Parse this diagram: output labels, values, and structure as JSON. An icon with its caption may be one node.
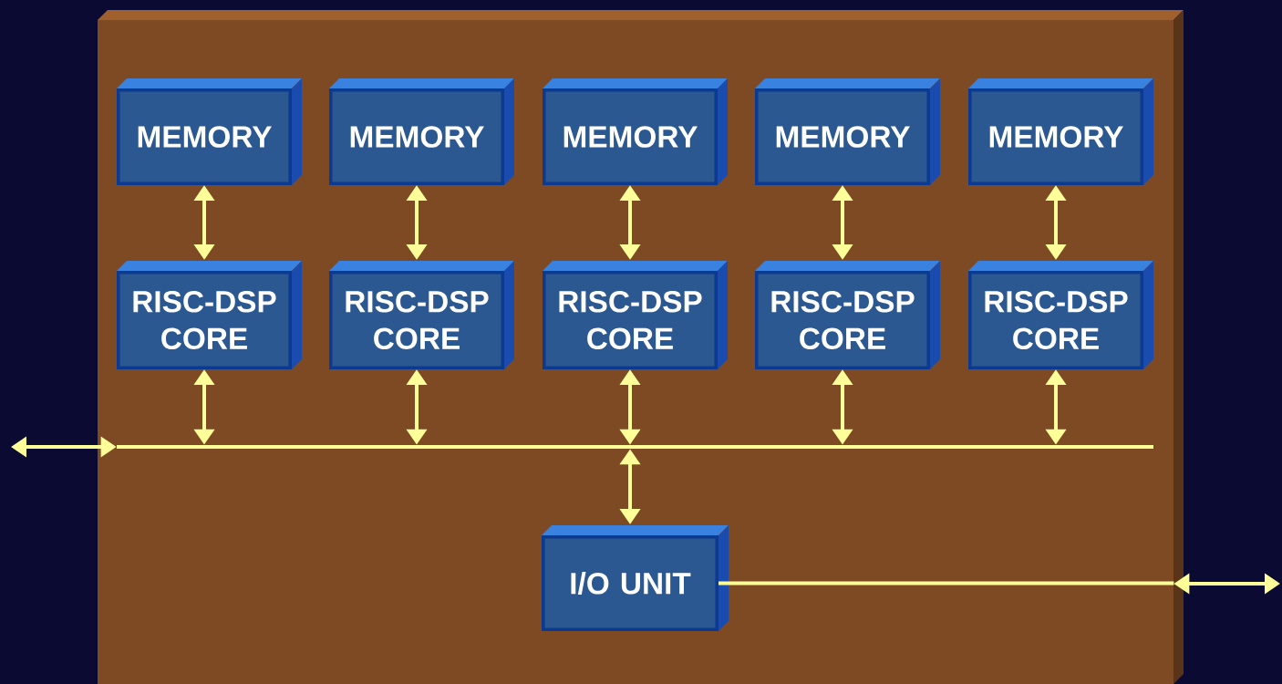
{
  "diagram": {
    "nodes": [
      {
        "text": [],
        "shape": "box"
      },
      {
        "text": [
          "MEMORY"
        ],
        "in": 0
      },
      {
        "text": [
          "MEMORY"
        ],
        "in": 0
      },
      {
        "text": [
          "MEMORY"
        ],
        "in": 0
      },
      {
        "text": [
          "MEMORY"
        ],
        "in": 0
      },
      {
        "text": [
          "MEMORY"
        ],
        "in": 0
      },
      {
        "text": [
          "RISC-DSP CORE"
        ],
        "in": 0
      },
      {
        "text": [
          "RISC-DSP CORE"
        ],
        "in": 0
      },
      {
        "text": [
          "RISC-DSP CORE"
        ],
        "in": 0
      },
      {
        "text": [
          "RISC-DSP CORE"
        ],
        "in": 0
      },
      {
        "text": [
          "RISC-DSP CORE"
        ],
        "in": 0
      },
      {
        "text": [],
        "shape": "bar",
        "in": 0
      },
      {
        "text": [
          "I/O UNIT"
        ],
        "in": 0
      }
    ],
    "edges": [
      {
        "from": 1,
        "to": 6,
        "arrow": "both"
      },
      {
        "from": 2,
        "to": 7,
        "arrow": "both"
      },
      {
        "from": 3,
        "to": 8,
        "arrow": "both"
      },
      {
        "from": 4,
        "to": 9,
        "arrow": "both"
      },
      {
        "from": 5,
        "to": 10,
        "arrow": "both"
      },
      {
        "from": 6,
        "to": 11,
        "arrow": "both"
      },
      {
        "from": 7,
        "to": 11,
        "arrow": "both"
      },
      {
        "from": 8,
        "to": 11,
        "arrow": "both"
      },
      {
        "from": 9,
        "to": 11,
        "arrow": "both"
      },
      {
        "from": 10,
        "to": 11,
        "arrow": "both"
      },
      {
        "from": 11,
        "to": 12,
        "arrow": "both"
      },
      {
        "from": null,
        "to": 11,
        "arrow": "both"
      },
      {
        "from": 12,
        "to": 0,
        "arrow": "none"
      },
      {
        "from": 0,
        "to": null,
        "arrow": "both"
      }
    ]
  }
}
